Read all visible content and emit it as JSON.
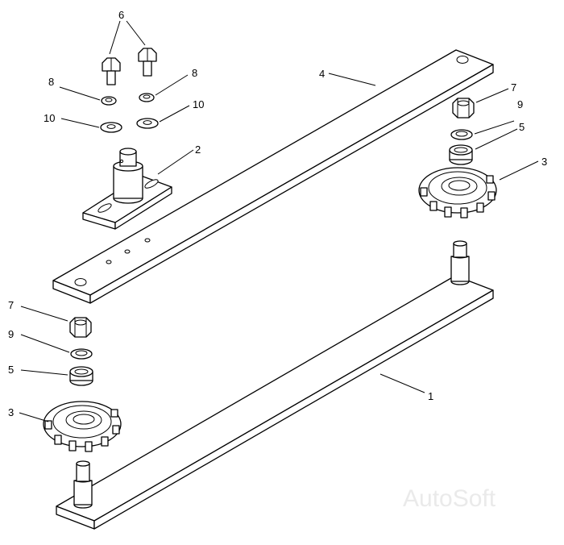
{
  "callouts": {
    "c1": "1",
    "c2": "2",
    "c3_right": "3",
    "c3_left": "3",
    "c4": "4",
    "c5_right": "5",
    "c5_left": "5",
    "c6": "6",
    "c7_right": "7",
    "c7_left": "7",
    "c8_left": "8",
    "c8_right": "8",
    "c9_right": "9",
    "c9_left": "9",
    "c10_left": "10",
    "c10_right": "10"
  },
  "watermark": "AutoSoft"
}
